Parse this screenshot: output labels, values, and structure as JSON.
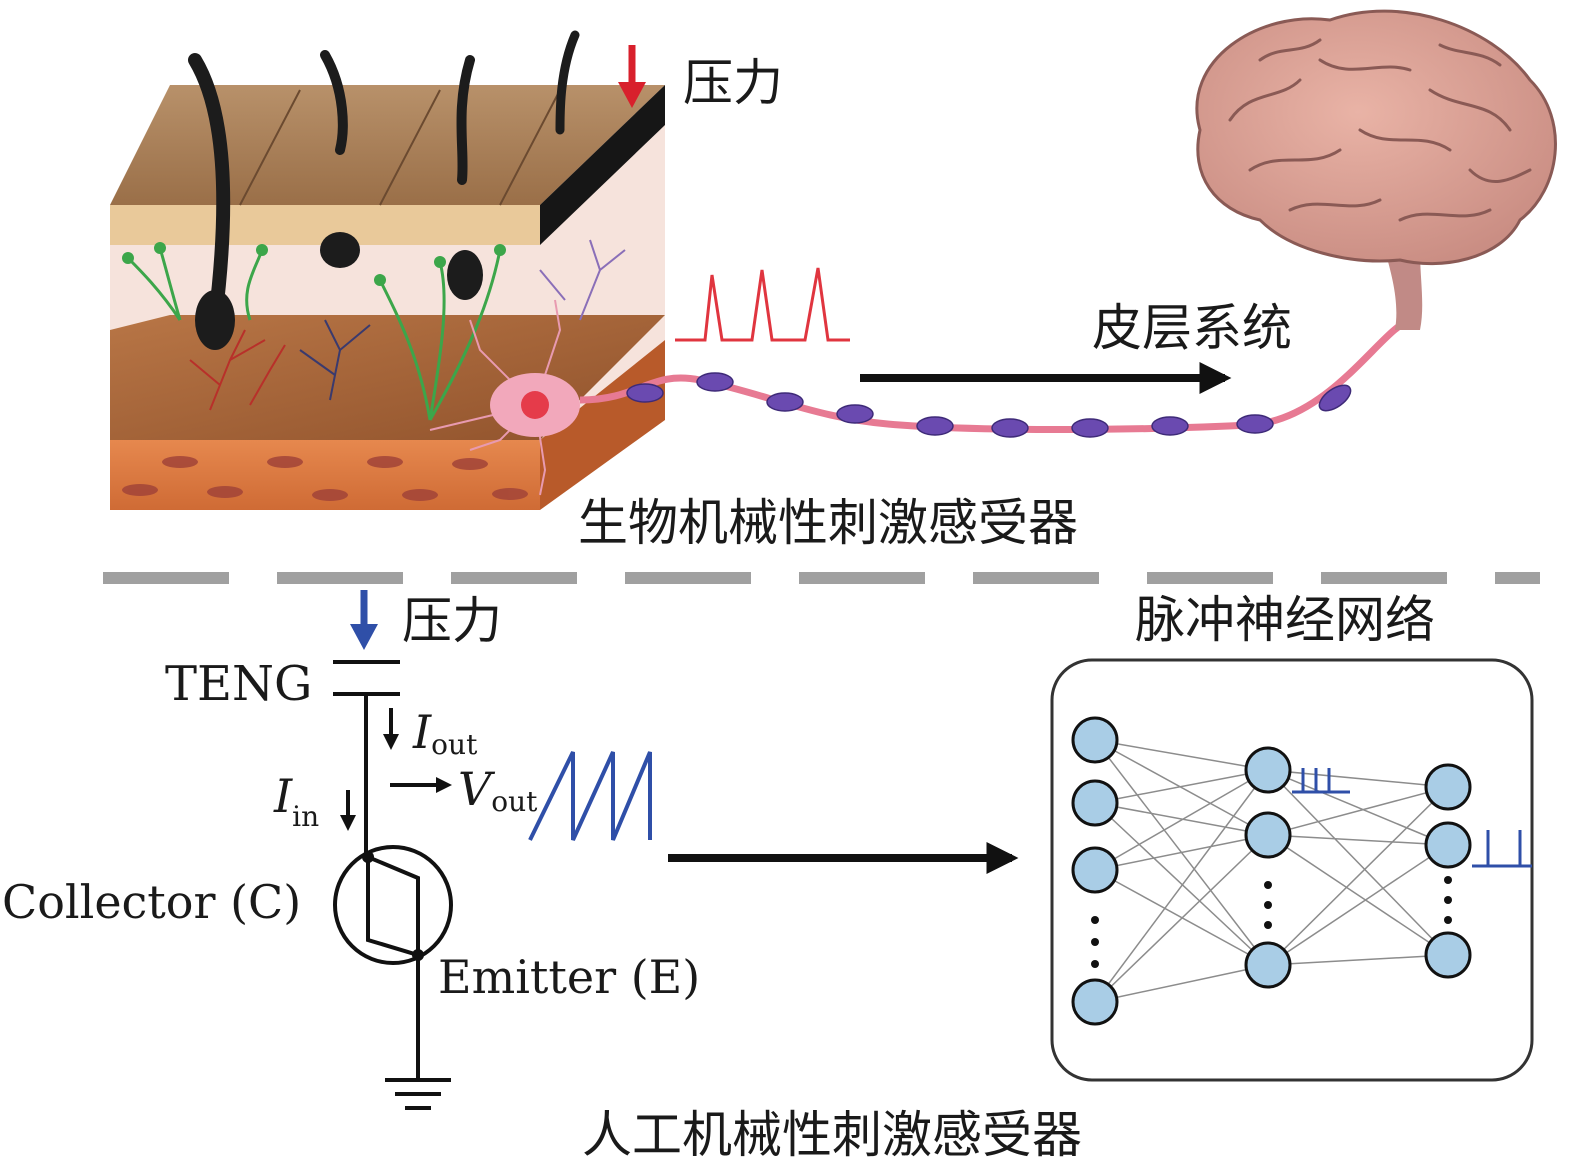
{
  "bio": {
    "pressure_label": "压力",
    "cortex_label": "皮层系统",
    "receptor_label": "生物机械性刺激感受器"
  },
  "artificial": {
    "pressure_label": "压力",
    "teng_label": "TENG",
    "i_out_main": "I",
    "i_out_sub": "out",
    "v_out_main": "V",
    "v_out_sub": "out",
    "i_in_main": "I",
    "i_in_sub": "in",
    "collector_label": "Collector (C)",
    "emitter_label": "Emitter (E)",
    "snn_label": "脉冲神经网络",
    "receptor_label": "人工机械性刺激感受器"
  },
  "colors": {
    "pressure_arrow_bio": "#d8202c",
    "pressure_arrow_art": "#2f4fa8",
    "spike_bio": "#e0353f",
    "sawtooth": "#2f4fa8",
    "node_fill": "#a9cde6",
    "divider": "#a0a0a0"
  }
}
